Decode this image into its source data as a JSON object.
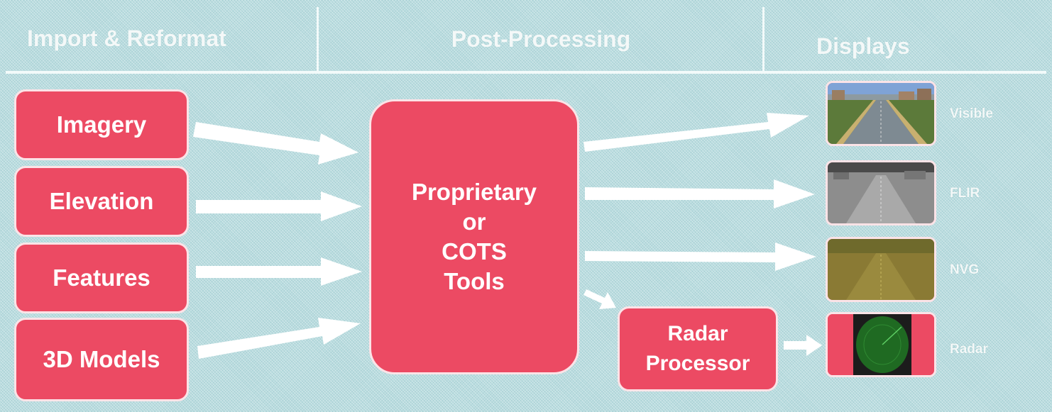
{
  "header": {
    "col1": "Import & Reformat",
    "col2": "Post-Processing",
    "col3": "Displays"
  },
  "inputs": [
    {
      "label": "Imagery"
    },
    {
      "label": "Elevation"
    },
    {
      "label": "Features"
    },
    {
      "label": "3D Models"
    }
  ],
  "processor": {
    "line1": "Proprietary",
    "line2": "or",
    "line3": "COTS",
    "line4": "Tools"
  },
  "radar_processor": {
    "line1": "Radar",
    "line2": "Processor"
  },
  "displays": [
    {
      "label": "Visible",
      "icon": "visible-scene-thumbnail"
    },
    {
      "label": "FLIR",
      "icon": "flir-scene-thumbnail"
    },
    {
      "label": "NVG",
      "icon": "nvg-scene-thumbnail"
    },
    {
      "label": "Radar",
      "icon": "radar-scope-thumbnail"
    }
  ],
  "colors": {
    "box_fill": "#ec4a63",
    "background": "#b9dcdf",
    "arrow": "#ffffff"
  }
}
